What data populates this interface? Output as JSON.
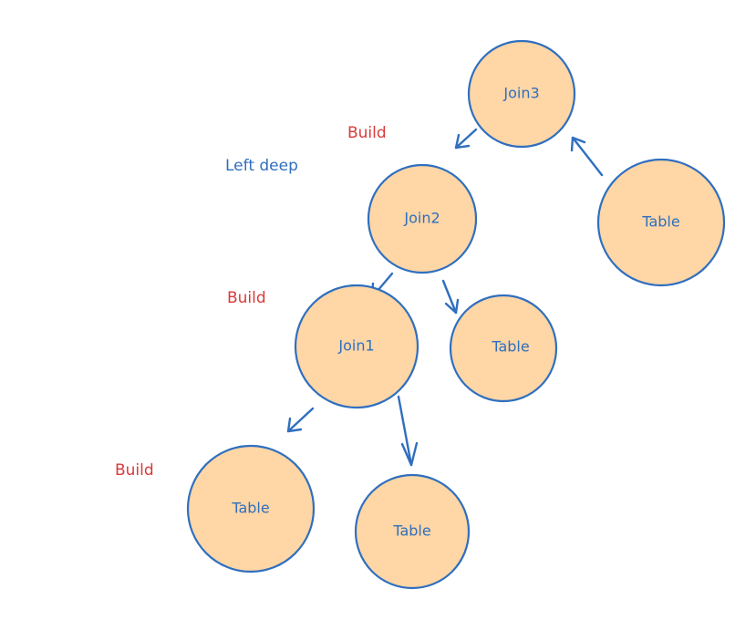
{
  "diagram": {
    "nodes": {
      "join3": "Join3",
      "join2": "Join2",
      "join1": "Join1",
      "table_right_top": "Table",
      "table_right_mid": "Table",
      "table_left_bottom": "Table",
      "table_right_bottom": "Table"
    },
    "labels": {
      "build_top": "Build",
      "left_deep": "Left deep",
      "build_mid": "Build",
      "build_bottom": "Build"
    },
    "colors": {
      "node_fill": "#ffd6a5",
      "stroke": "#2f6fbf",
      "build_text": "#d93a3a"
    }
  }
}
